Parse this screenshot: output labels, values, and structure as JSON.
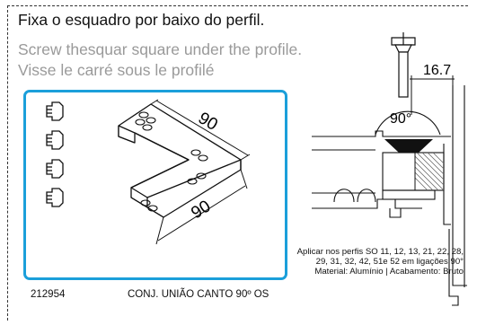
{
  "heading": {
    "pt": "Fixa o esquadro por baixo do perfil.",
    "en": "Screw thesquar square under the profile.",
    "fr": "Visse le carré sous le profilé"
  },
  "bracket": {
    "dim_top": "90",
    "dim_bottom": "90",
    "note_line1": "Aplicar nos perfis SO 11, 12, 13, 21, 22, 28,",
    "note_line2": "29, 31, 32, 42, 51e 52 em ligações 90°",
    "note_line3": "Material: Alumínio | Acabamento: Bruto"
  },
  "section": {
    "dim_offset": "16.7",
    "angle": "90°"
  },
  "footer": {
    "code": "212954",
    "name": "CONJ. UNIÃO CANTO 90º OS"
  },
  "colors": {
    "accent": "#1b9fda",
    "frame": "#333333"
  }
}
